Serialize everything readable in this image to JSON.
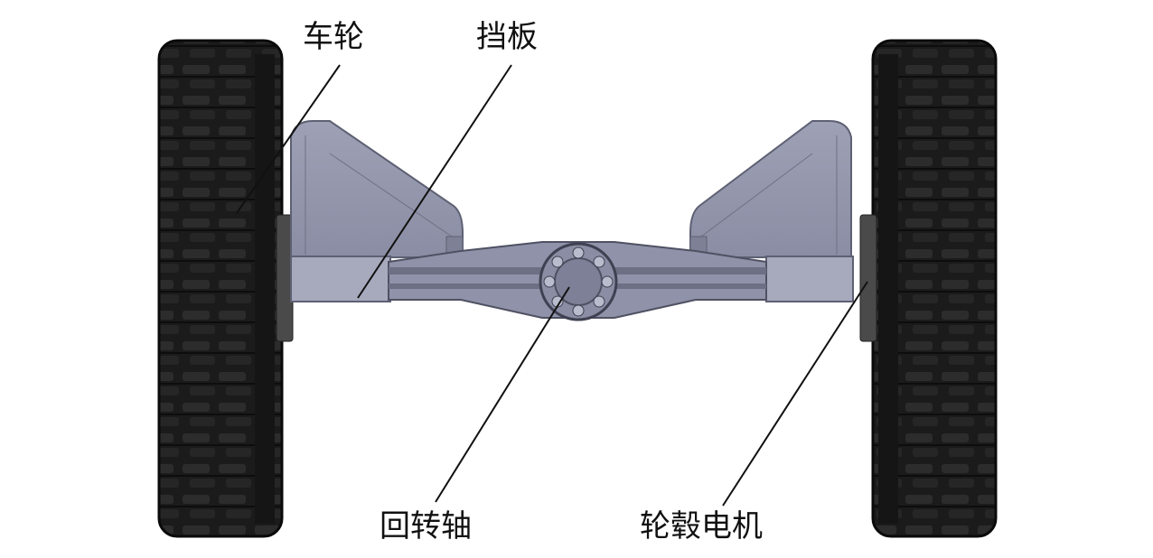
{
  "diagram": {
    "labels": {
      "wheel": "车轮",
      "baffle": "挡板",
      "pivot_shaft": "回转轴",
      "hub_motor": "轮毂电机"
    }
  }
}
